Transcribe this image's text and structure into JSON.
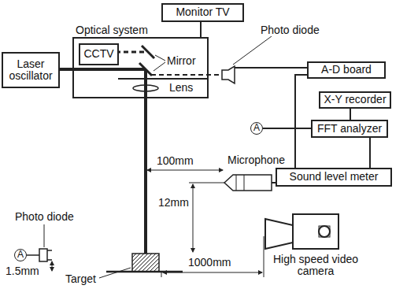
{
  "diagram": {
    "nodes": [
      {
        "text": [
          "Monitor TV"
        ]
      },
      {
        "text": [
          "Optical system"
        ]
      },
      {
        "text": [
          "CCTV"
        ],
        "in": 1
      },
      {
        "text": [
          "Laser oscillator"
        ]
      },
      {
        "text": [
          "A-D board"
        ]
      },
      {
        "text": [
          "X-Y recorder"
        ]
      },
      {
        "text": [
          "FFT analyzer"
        ]
      },
      {
        "text": [
          "Sound level meter"
        ]
      },
      {
        "text": [
          "A"
        ]
      },
      {
        "text": [
          "A"
        ]
      }
    ],
    "edges": [
      {
        "from": 0,
        "to": 1,
        "arrow": "none"
      },
      {
        "from": 3,
        "to": 1,
        "arrow": "none"
      },
      {
        "from": 4,
        "to": 7,
        "arrow": "none"
      },
      {
        "from": 5,
        "to": 6,
        "arrow": "none"
      },
      {
        "from": 6,
        "to": 7,
        "arrow": "none"
      },
      {
        "from": 8,
        "to": 6,
        "arrow": "none"
      }
    ],
    "labels": [
      "Photo diode",
      "Mirror",
      "Lens",
      "Microphone",
      "100mm",
      "Photo diode",
      "1.5mm",
      "12mm",
      "Target",
      "1000mm",
      "High speed video camera"
    ]
  }
}
